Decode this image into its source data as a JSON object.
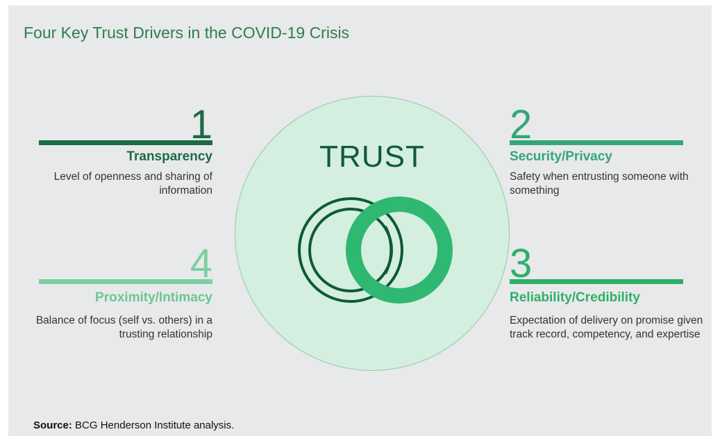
{
  "title": "Four Key Trust Drivers in the COVID-19 Crisis",
  "center": {
    "label": "TRUST"
  },
  "drivers": [
    {
      "number": "1",
      "name": "Transparency",
      "description": "Level of openness and sharing of information",
      "color": "#1b6b45"
    },
    {
      "number": "2",
      "name": "Security/Privacy",
      "description": "Safety when entrusting someone with something",
      "color": "#34a67a"
    },
    {
      "number": "3",
      "name": "Reliability/Credibility",
      "description": "Expectation of delivery on promise given track record, competency, and expertise",
      "color": "#2eb068"
    },
    {
      "number": "4",
      "name": "Proximity/Intimacy",
      "description": "Balance of focus (self vs. others) in a trusting relationship",
      "color": "#7ecfa0"
    }
  ],
  "icons": {
    "center_symbol": "interlocking-rings-icon"
  },
  "source": {
    "label": "Source:",
    "text": "BCG Henderson Institute analysis."
  }
}
